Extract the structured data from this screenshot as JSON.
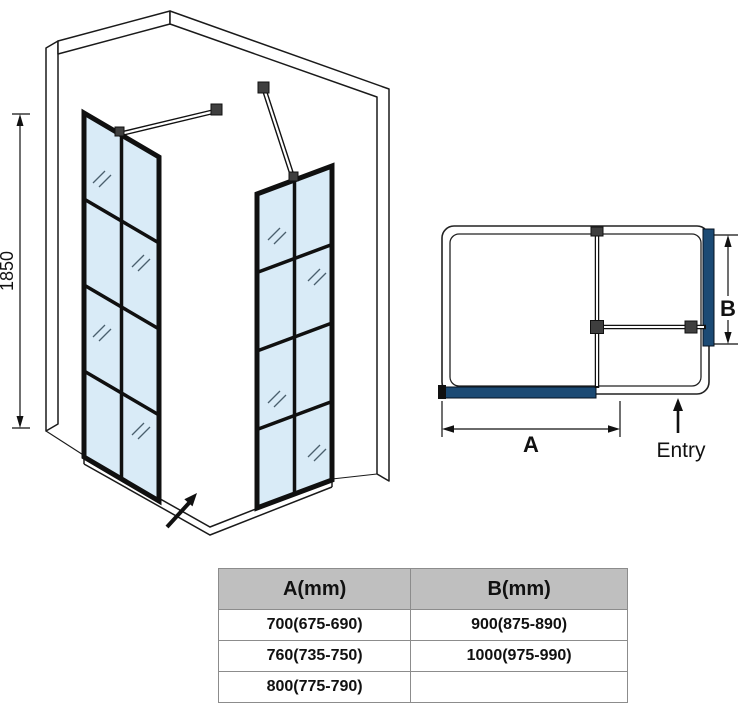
{
  "labels": {
    "height": "1850",
    "width": "A",
    "depth": "B",
    "entry": "Entry"
  },
  "table": {
    "headers": [
      "A(mm)",
      "B(mm)"
    ],
    "rows": [
      [
        "700(675-690)",
        "900(875-890)"
      ],
      [
        "760(735-750)",
        "1000(975-990)"
      ],
      [
        "800(775-790)",
        ""
      ]
    ]
  },
  "colors": {
    "glass": "#d9ebf7",
    "frame": "#101010",
    "panel": "#1b4a74",
    "line": "#1a1a1a",
    "table-header": "#bfbfbf",
    "table-border": "#8c8c8c"
  }
}
